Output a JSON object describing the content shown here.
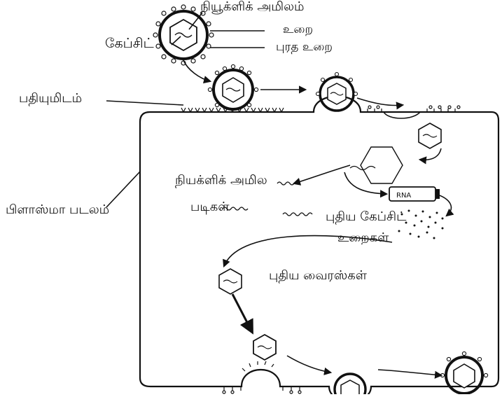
{
  "labels": {
    "nucleic_acid": "நியூக்ளிக் அமிலம்",
    "capsid": "கேப்சிட்",
    "envelope": "உறை",
    "protein_coat": "புரத உறை",
    "receptor_site": "பதியுமிடம்",
    "plasma_membrane": "பிளாஸ்மா படலம்",
    "nucleic_acid_strands_line1": "நியக்ளிக் அமில",
    "nucleic_acid_strands_line2": "படிகள்",
    "new_capsid_coats_line1": "புதிய கேப்சிட்",
    "new_capsid_coats_line2": "உறைகள்",
    "new_viruses": "புதிய வைரஸ்கள்",
    "ribosome_tag": "RNA"
  },
  "colors": {
    "ink": "#111111",
    "background": "#ffffff"
  }
}
